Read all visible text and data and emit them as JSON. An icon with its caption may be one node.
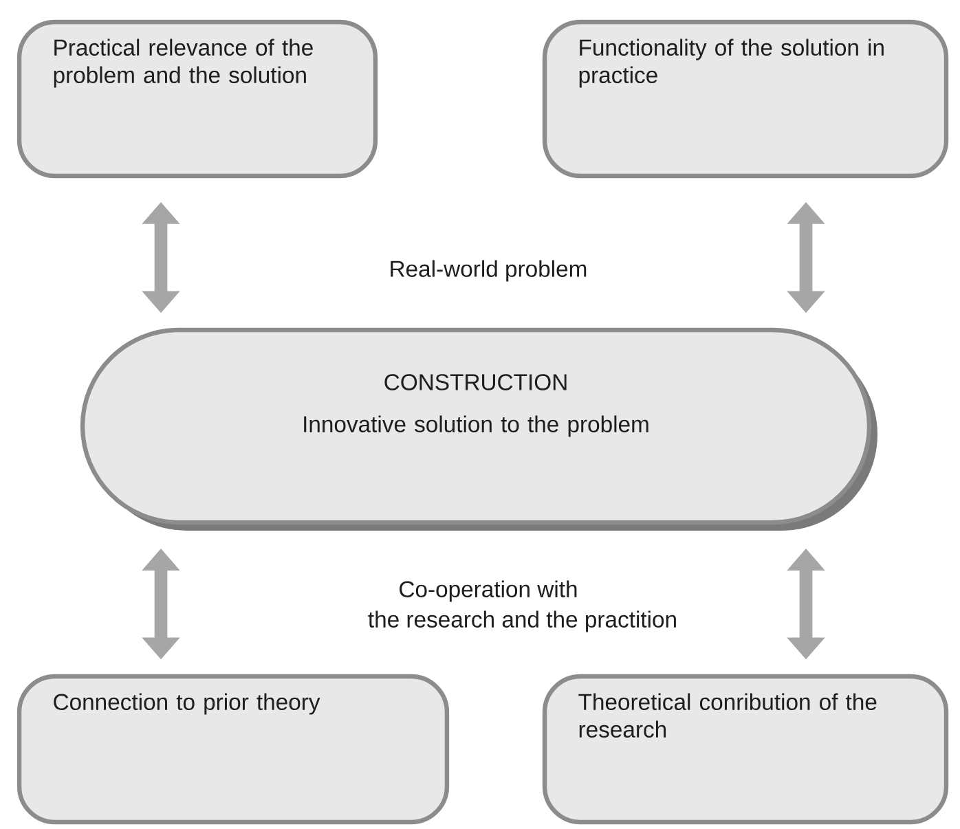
{
  "diagram": {
    "nodes": [
      {
        "text": [
          "Practical relevance of the problem and the solution"
        ]
      },
      {
        "text": [
          "Functionality of the solution in practice"
        ]
      },
      {
        "text": [
          "CONSTRUCTION",
          "Innovative solution to the problem"
        ]
      },
      {
        "text": [
          "Connection to prior theory"
        ]
      },
      {
        "text": [
          "Theoretical conribution of the research"
        ]
      }
    ],
    "edges": [
      {
        "from": 0,
        "to": 2,
        "arrow": "both"
      },
      {
        "from": 1,
        "to": 2,
        "arrow": "both"
      },
      {
        "from": 2,
        "to": 3,
        "arrow": "both"
      },
      {
        "from": 2,
        "to": 4,
        "arrow": "both"
      }
    ],
    "labels": [
      "Real-world problem",
      "Co-operation with",
      "the research and the practition"
    ]
  }
}
